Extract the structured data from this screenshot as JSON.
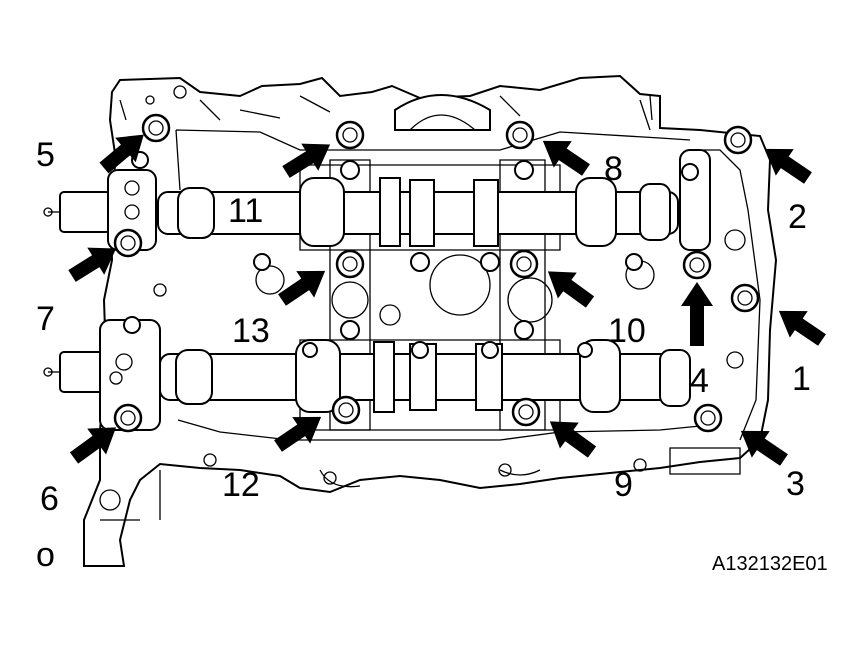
{
  "figure": {
    "code": "A132132E01",
    "corner_mark": "o"
  },
  "bolts": [
    {
      "label": "1",
      "order": 1
    },
    {
      "label": "2",
      "order": 2
    },
    {
      "label": "3",
      "order": 3
    },
    {
      "label": "4",
      "order": 4
    },
    {
      "label": "5",
      "order": 5
    },
    {
      "label": "6",
      "order": 6
    },
    {
      "label": "7",
      "order": 7
    },
    {
      "label": "8",
      "order": 8
    },
    {
      "label": "9",
      "order": 9
    },
    {
      "label": "10",
      "order": 10
    },
    {
      "label": "11",
      "order": 11
    },
    {
      "label": "12",
      "order": 12
    },
    {
      "label": "13",
      "order": 13
    }
  ]
}
